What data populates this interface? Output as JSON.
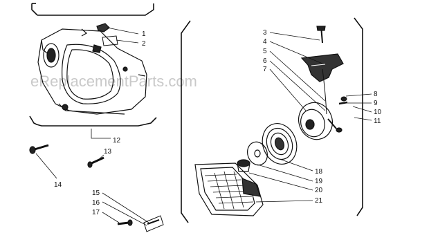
{
  "watermark": "eReplacementParts.com",
  "callouts": {
    "c1": "1",
    "c2": "2",
    "c3": "3",
    "c4": "4",
    "c5": "5",
    "c6": "6",
    "c7": "7",
    "c8": "8",
    "c9": "9",
    "c10": "10",
    "c11": "11",
    "c12": "12",
    "c13": "13",
    "c14": "14",
    "c15": "15",
    "c16": "16",
    "c17": "17",
    "c18": "18",
    "c19": "19",
    "c20": "20",
    "c21": "21"
  },
  "colors": {
    "ink": "#111111",
    "watermark": "#c9c9c9",
    "paper": "#ffffff"
  }
}
